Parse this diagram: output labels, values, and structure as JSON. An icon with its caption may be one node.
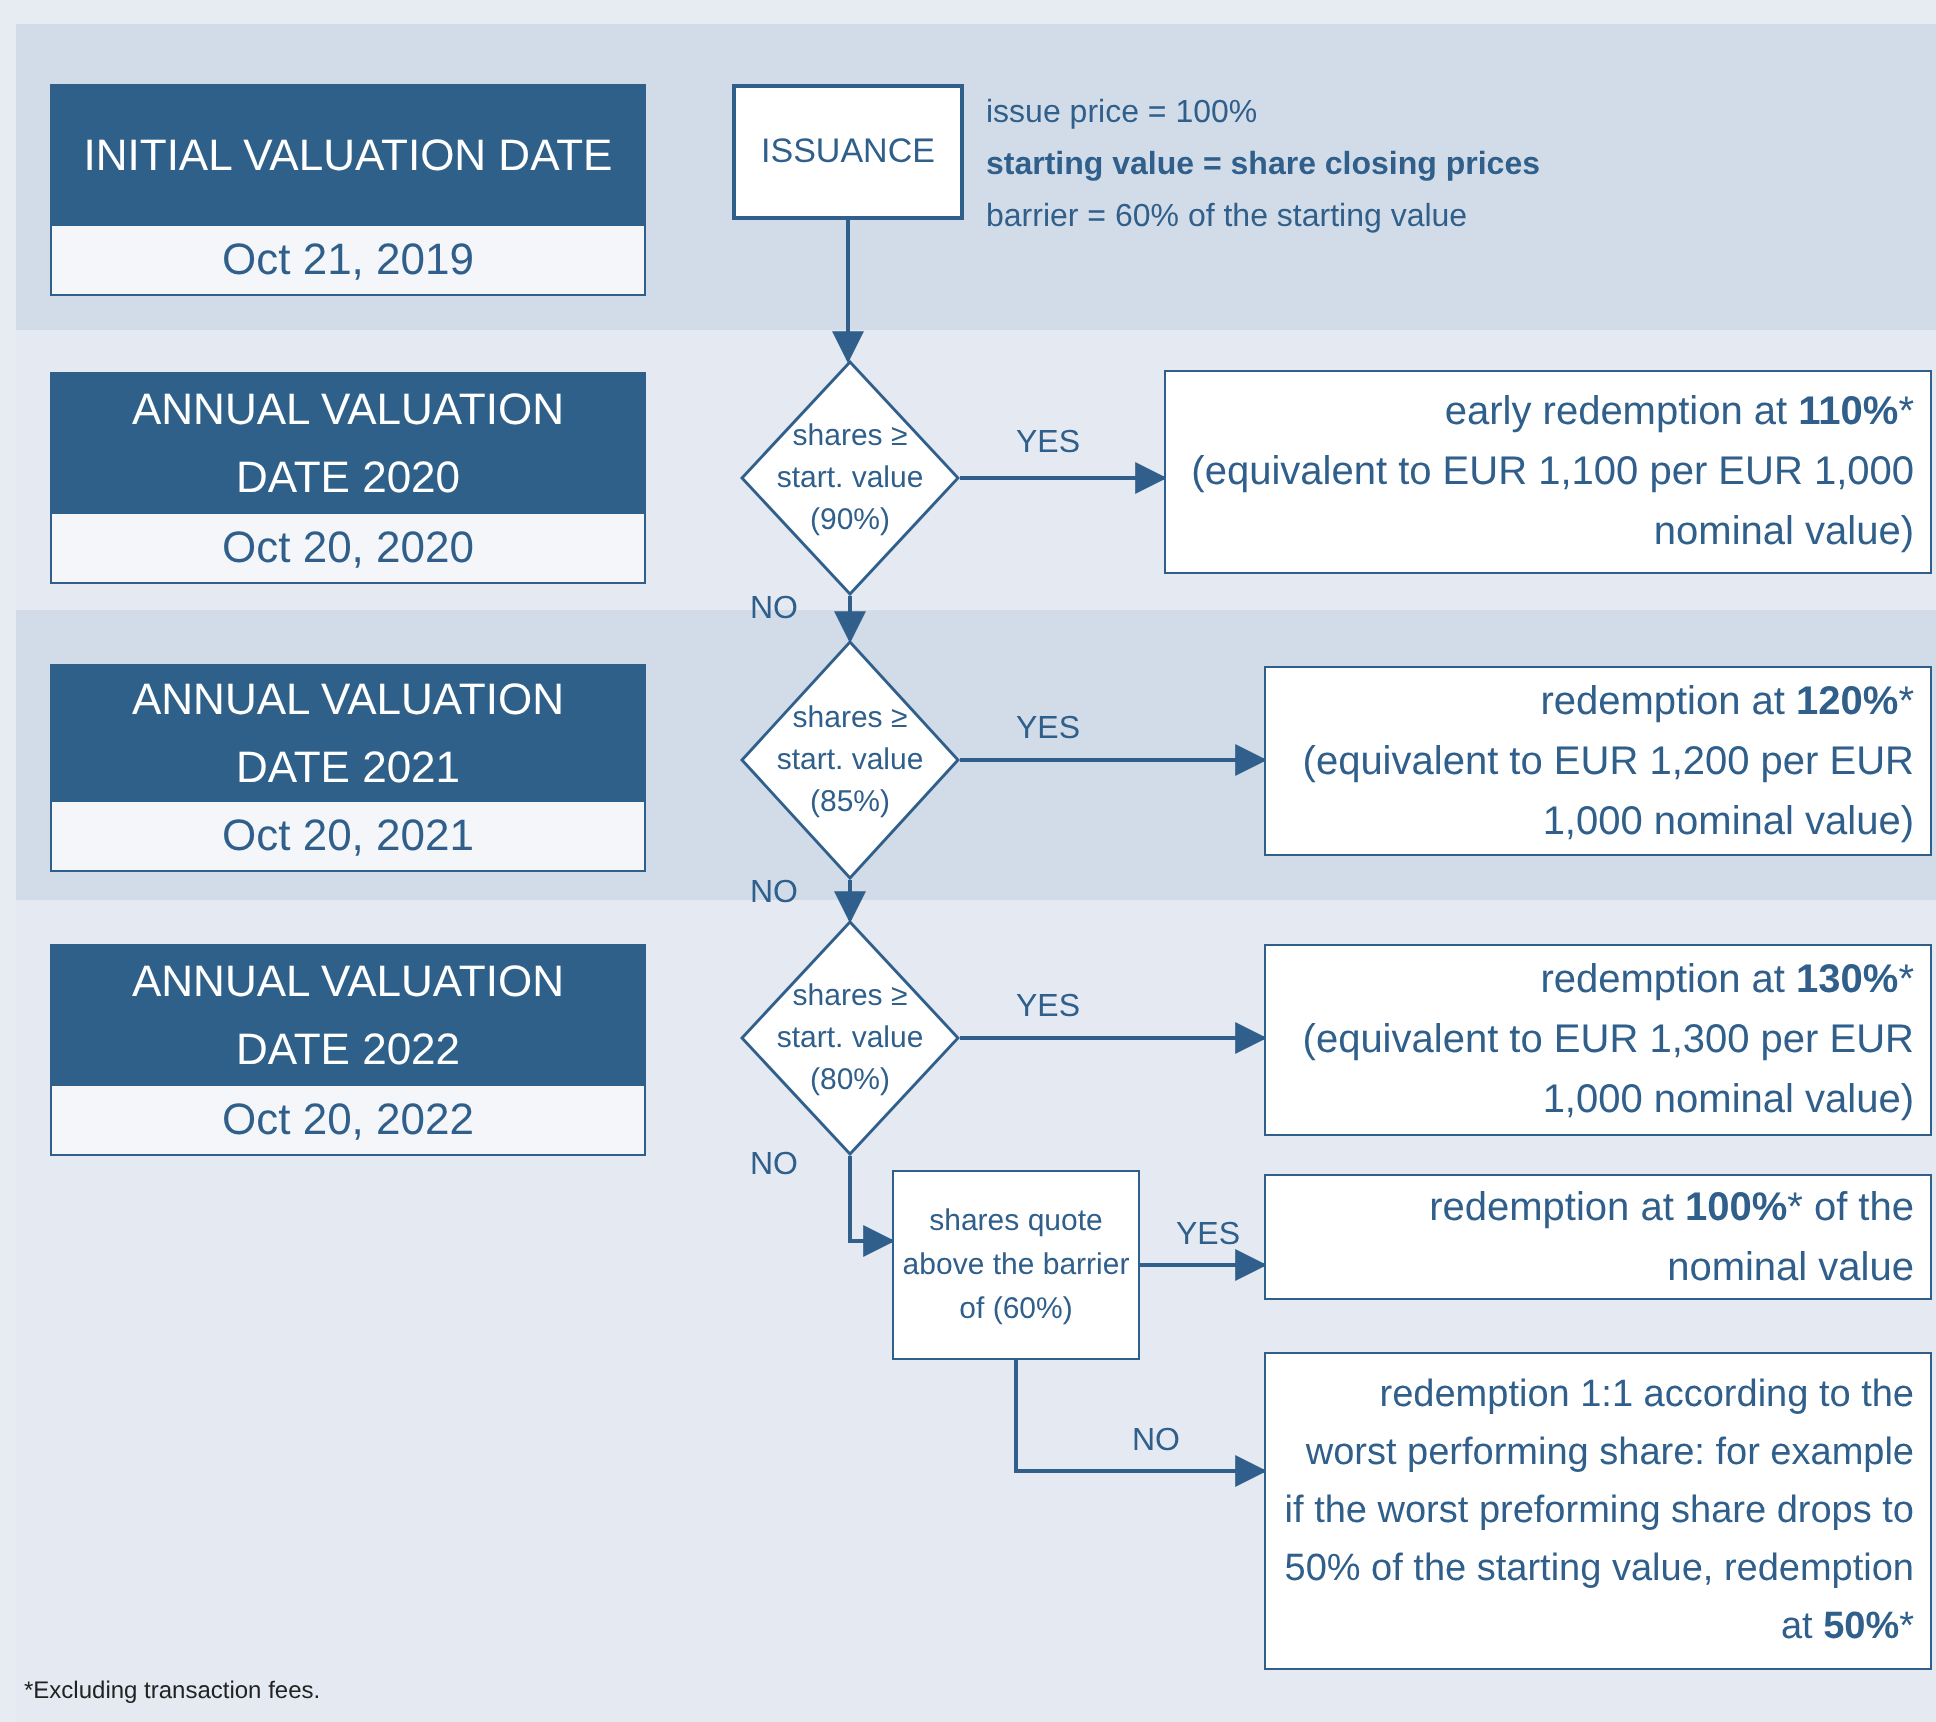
{
  "diagram": {
    "nodes": [
      {
        "text": [
          "INITIAL VALUATION DATE",
          "Oct 21, 2019"
        ]
      },
      {
        "text": [
          "ISSUANCE"
        ],
        "beside": [
          "issue price = 100%",
          "starting value = share closing prices",
          "barrier = 60% of the starting value"
        ]
      },
      {
        "text": [
          "ANNUAL VALUATION DATE 2020",
          "Oct 20, 2020"
        ]
      },
      {
        "text": [
          "shares ≥ start. value (90%)"
        ]
      },
      {
        "text": [
          "early redemption at **110%***",
          "(equivalent to EUR 1,100 per EUR 1,000 nominal value)"
        ]
      },
      {
        "text": [
          "ANNUAL VALUATION DATE 2021",
          "Oct 20, 2021"
        ]
      },
      {
        "text": [
          "shares ≥ start. value (85%)"
        ]
      },
      {
        "text": [
          "redemption at **120%***",
          "(equivalent to EUR 1,200 per EUR 1,000 nominal value)"
        ]
      },
      {
        "text": [
          "ANNUAL VALUATION DATE 2022",
          "Oct 20, 2022"
        ]
      },
      {
        "text": [
          "shares ≥ start. value (80%)"
        ]
      },
      {
        "text": [
          "redemption at **130%***",
          "(equivalent to EUR 1,300 per EUR 1,000 nominal value)"
        ]
      },
      {
        "text": [
          "shares quote above the barrier of (60%)"
        ]
      },
      {
        "text": [
          "redemption at **100%*** of the nominal value"
        ]
      },
      {
        "text": [
          "redemption 1:1 according to the worst performing share: for example if the worst preforming share drops to 50% of the starting value, redemption at **50%***"
        ]
      }
    ],
    "edges": [
      {
        "from": 1,
        "to": 3,
        "arrow": "to"
      },
      {
        "from": 3,
        "to": 4,
        "arrow": "to",
        "label": "YES"
      },
      {
        "from": 3,
        "to": 6,
        "arrow": "to",
        "label": "NO"
      },
      {
        "from": 6,
        "to": 7,
        "arrow": "to",
        "label": "YES"
      },
      {
        "from": 6,
        "to": 9,
        "arrow": "to",
        "label": "NO"
      },
      {
        "from": 9,
        "to": 10,
        "arrow": "to",
        "label": "YES"
      },
      {
        "from": 9,
        "to": 11,
        "arrow": "to",
        "label": "NO"
      },
      {
        "from": 11,
        "to": 12,
        "arrow": "to",
        "label": "YES"
      },
      {
        "from": 11,
        "to": 13,
        "arrow": "to",
        "label": "NO"
      }
    ],
    "labels": [
      "*Excluding transaction fees."
    ]
  }
}
